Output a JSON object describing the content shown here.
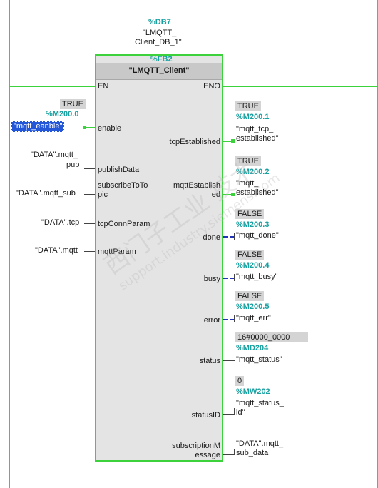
{
  "instance": {
    "db_address": "%DB7",
    "db_name_line1": "\"LMQTT_",
    "db_name_line2": "Client_DB_1\""
  },
  "block": {
    "fb_address": "%FB2",
    "name": "\"LMQTT_Client\""
  },
  "pins_left": {
    "en": "EN",
    "enable": "enable",
    "publishData": "publishData",
    "subscribe_line1": "subscribeToTo",
    "subscribe_line2": "pic",
    "tcpConnParam": "tcpConnParam",
    "mqttParam": "mqttParam"
  },
  "pins_right": {
    "eno": "ENO",
    "tcpEstablished": "tcpEstablished",
    "mqttEst_line1": "mqttEstablish",
    "mqttEst_line2": "ed",
    "done": "done",
    "busy": "busy",
    "error": "error",
    "status": "status",
    "statusID": "statusID",
    "subMsg_line1": "subscriptionM",
    "subMsg_line2": "essage"
  },
  "inputs": {
    "enable_value": "TRUE",
    "enable_address": "%M200.0",
    "enable_symbol": "\"mqtt_eanble\"",
    "publish_line1": "\"DATA\".mqtt_",
    "publish_line2": "pub",
    "subscribe": "\"DATA\".mqtt_sub",
    "tcp": "\"DATA\".tcp",
    "mqtt": "\"DATA\".mqtt"
  },
  "outputs": {
    "tcp_value": "TRUE",
    "tcp_address": "%M200.1",
    "tcp_symbol_line1": "\"mqtt_tcp_",
    "tcp_symbol_line2": "established\"",
    "est_value": "TRUE",
    "est_address": "%M200.2",
    "est_symbol_line1": "\"mqtt_",
    "est_symbol_line2": "established\"",
    "done_value": "FALSE",
    "done_address": "%M200.3",
    "done_symbol": "\"mqtt_done\"",
    "busy_value": "FALSE",
    "busy_address": "%M200.4",
    "busy_symbol": "\"mqtt_busy\"",
    "err_value": "FALSE",
    "err_address": "%M200.5",
    "err_symbol": "\"mqtt_err\"",
    "status_value": "16#0000_0000",
    "status_address": "%MD204",
    "status_symbol": "\"mqtt_status\"",
    "statusid_value": "0",
    "statusid_address": "%MW202",
    "statusid_symbol_line1": "\"mqtt_status_",
    "statusid_symbol_line2": "id\"",
    "submsg_line1": "\"DATA\".mqtt_",
    "submsg_line2": "sub_data"
  },
  "watermark": {
    "line1": "西门子工业 技术",
    "line2": "support.industry.siemens.com"
  },
  "colors": {
    "rail": "#3cd23c",
    "address": "#19a0a0",
    "selection": "#2456d8",
    "dashed": "#2233bb"
  }
}
